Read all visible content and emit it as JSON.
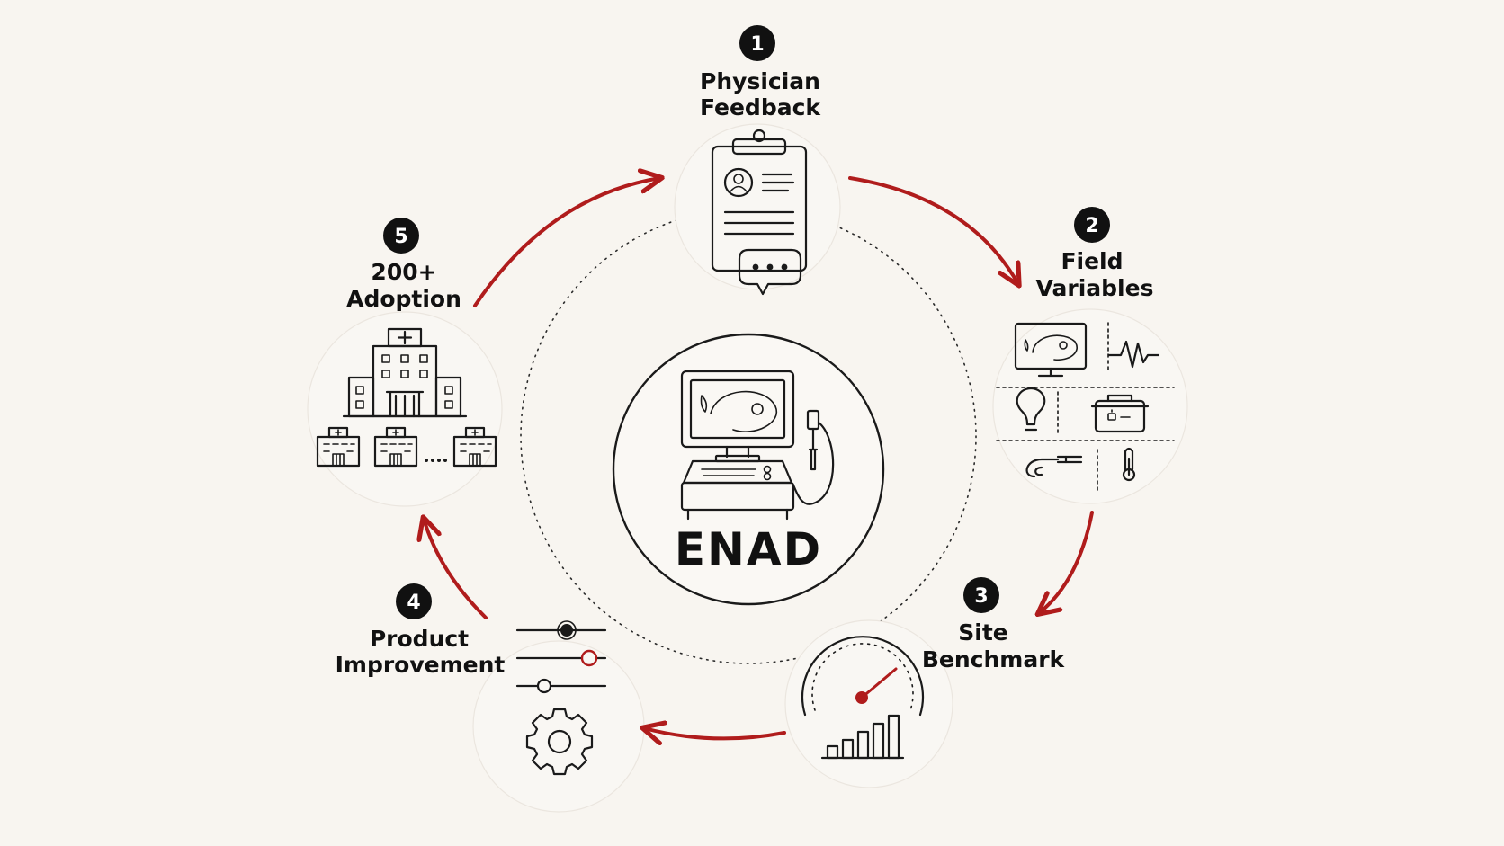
{
  "center": {
    "title": "ENAD"
  },
  "steps": [
    {
      "number": "1",
      "lines": [
        "Physician",
        "Feedback"
      ]
    },
    {
      "number": "2",
      "lines": [
        "Field",
        "Variables"
      ]
    },
    {
      "number": "3",
      "lines": [
        "Site",
        "Benchmark"
      ]
    },
    {
      "number": "4",
      "lines": [
        "Product",
        "Improvement"
      ]
    },
    {
      "number": "5",
      "lines": [
        "200+",
        "Adoption"
      ]
    }
  ],
  "colors": {
    "accent": "#b01c1c",
    "ink": "#111111",
    "background": "#f8f5f0"
  },
  "icons": {
    "center": "ultrasound-machine-icon",
    "step1": "clipboard-chat-icon",
    "step2": "field-variables-grid-icon",
    "step3": "speedometer-chart-icon",
    "step4": "sliders-gear-icon",
    "step5": "hospital-network-icon"
  }
}
